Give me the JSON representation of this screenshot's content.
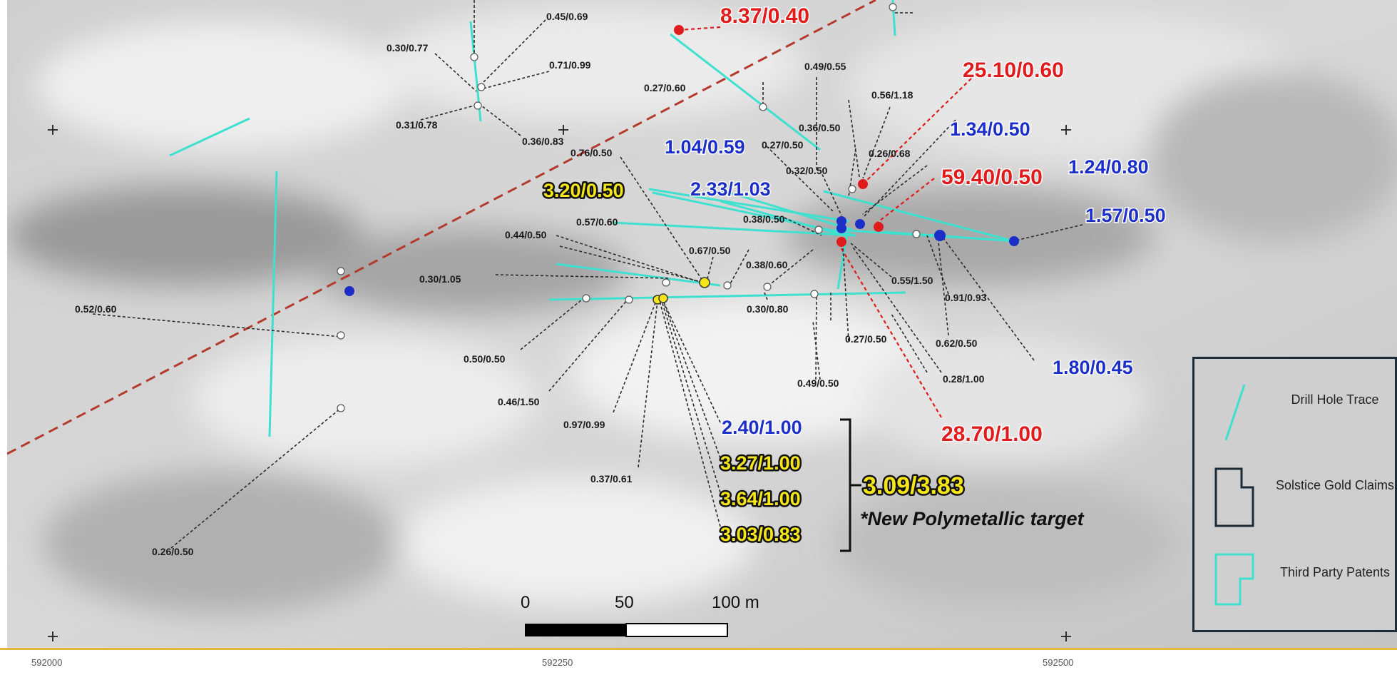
{
  "assays": {
    "a837": "8.37/0.40",
    "a2510": "25.10/0.60",
    "a5940": "59.40/0.50",
    "a2870": "28.70/1.00",
    "a104": "1.04/0.59",
    "a134": "1.34/0.50",
    "a124": "1.24/0.80",
    "a157": "1.57/0.50",
    "a233": "2.33/1.03",
    "a180": "1.80/0.45",
    "a240": "2.40/1.00",
    "a320": "3.20/0.50",
    "a327": "3.27/1.00",
    "a364": "3.64/1.00",
    "a303": "3.03/0.83",
    "a309": "3.09/3.83",
    "s045_069": "0.45/0.69",
    "s030_077": "0.30/0.77",
    "s071_099": "0.71/0.99",
    "s031_078": "0.31/0.78",
    "s036_083": "0.36/0.83",
    "s027_060": "0.27/0.60",
    "s049_055": "0.49/0.55",
    "s056_118": "0.56/1.18",
    "s036_050": "0.36/0.50",
    "s027_050a": "0.27/0.50",
    "s026_068": "0.26/0.68",
    "s032_050": "0.32/0.50",
    "s076_050": "0.76/0.50",
    "s038_050": "0.38/0.50",
    "s057_060": "0.57/0.60",
    "s044_050": "0.44/0.50",
    "s067_050": "0.67/0.50",
    "s038_060": "0.38/0.60",
    "s030_105": "0.30/1.05",
    "s055_150": "0.55/1.50",
    "s091_093": "0.91/0.93",
    "s030_080": "0.30/0.80",
    "s052_060": "0.52/0.60",
    "s027_050b": "0.27/0.50",
    "s062_050": "0.62/0.50",
    "s050_050": "0.50/0.50",
    "s049_050": "0.49/0.50",
    "s028_100": "0.28/1.00",
    "s046_150": "0.46/1.50",
    "s097_099": "0.97/0.99",
    "s037_061": "0.37/0.61",
    "s026_050": "0.26/0.50"
  },
  "target_note": "*New Polymetallic target",
  "scale_bar": {
    "t0": "0",
    "t50": "50",
    "t100": "100 m"
  },
  "x_axis": {
    "e592000": "592000",
    "e592250": "592250",
    "e592500": "592500"
  },
  "legend": {
    "drill_hole_trace": "Drill Hole Trace",
    "solstice_claims": "Solstice Gold Claims",
    "third_party_patents": "Third Party Patents"
  },
  "colors": {
    "high_grade": "#e01b1b",
    "medium_grade": "#1b2fc8",
    "polymetallic": "#f5e61a",
    "drill_trace": "#3fe0cf",
    "claim_boundary": "#b53a2e"
  }
}
